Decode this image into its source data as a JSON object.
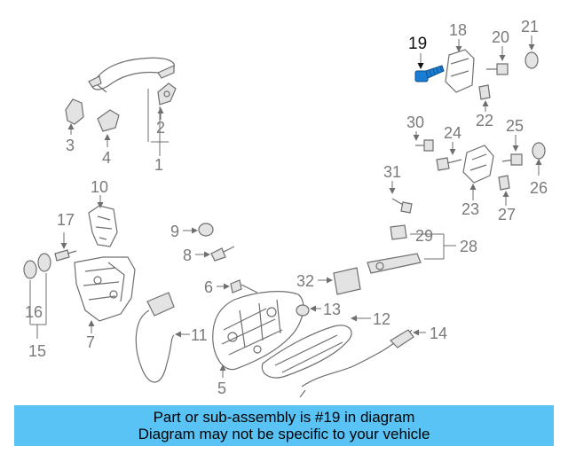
{
  "diagram": {
    "highlight_color": "#1a7fd4",
    "highlight_part": "19",
    "callouts": [
      "1",
      "2",
      "3",
      "4",
      "5",
      "6",
      "7",
      "8",
      "9",
      "10",
      "11",
      "12",
      "13",
      "14",
      "15",
      "16",
      "17",
      "18",
      "19",
      "20",
      "21",
      "22",
      "23",
      "24",
      "25",
      "26",
      "27",
      "28",
      "29",
      "30",
      "31",
      "32"
    ]
  },
  "banner": {
    "line1": "Part or sub-assembly is #19 in diagram",
    "line2": "Diagram may not be specific to your vehicle",
    "background": "#5ac3f5"
  }
}
